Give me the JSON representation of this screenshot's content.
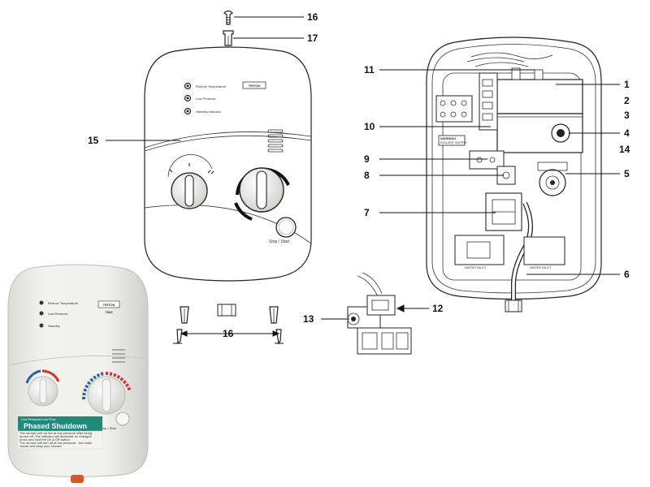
{
  "front_panel": {
    "indicators": [
      "Reduce Temperature",
      "Low Pressure",
      "Standby Indicator"
    ],
    "brand": "TRITON",
    "stop_start_label": "Stop / Start"
  },
  "internal": {
    "warning_label": "WARNING",
    "warning_sub": "ISOLATE SUPPLY",
    "water_inlet_left": "WATER INLET",
    "water_inlet_right": "WATER INLET"
  },
  "photo": {
    "indicators": [
      "Reduce Temperature",
      "Low Pressure",
      "Standby"
    ],
    "brand": "TRITON",
    "model": "T80Z",
    "stop_start_label": "Stop / Start",
    "banner_small": "Low Pressure/Low Flow",
    "banner_title": "Phased Shutdown",
    "banner_lines": [
      "The shower will not fire at low pressure after being",
      "turned off. The indicator will illuminate on changes",
      "press and hold the On & Off button.",
      "The shower will turn off at low pressure - turn back",
      "restart and keep your shower."
    ]
  },
  "callouts": {
    "c1": "1",
    "c2": "2",
    "c3": "3",
    "c4": "4",
    "c5": "5",
    "c6": "6",
    "c7": "7",
    "c8": "8",
    "c9": "9",
    "c10": "10",
    "c11": "11",
    "c12": "12",
    "c13": "13",
    "c14": "14",
    "c15": "15",
    "c16_top": "16",
    "c16_bottom": "16",
    "c17": "17"
  }
}
